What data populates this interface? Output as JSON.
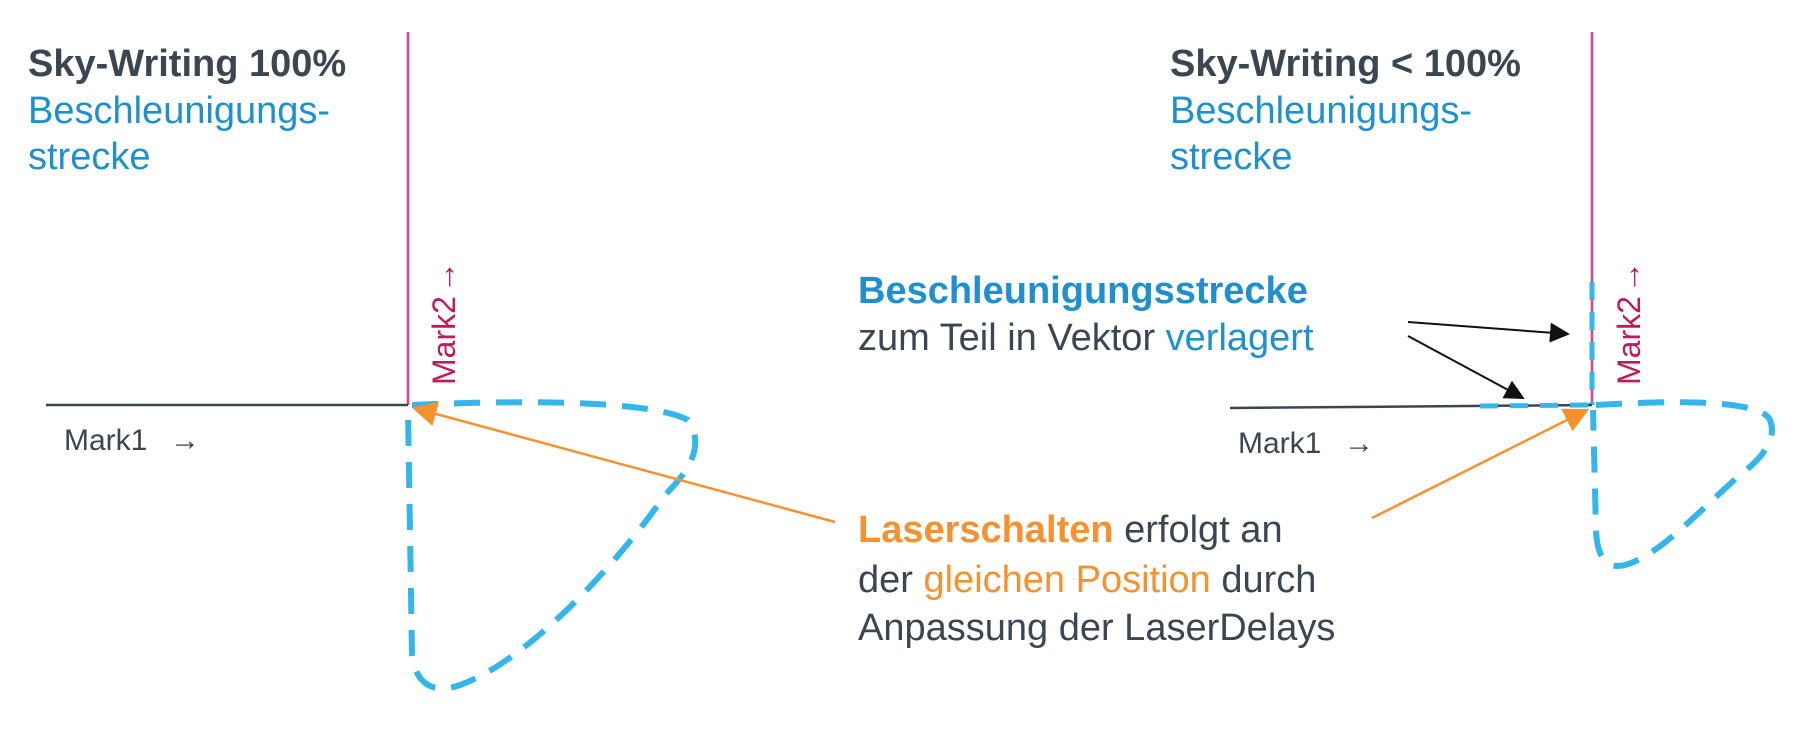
{
  "left": {
    "title": "Sky-Writing 100%",
    "accel_line1": "Beschleunigungs-",
    "accel_line2": "strecke",
    "mark1": "Mark1",
    "mark2": "Mark2"
  },
  "right": {
    "title": "Sky-Writing < 100%",
    "accel_line1": "Beschleunigungs-",
    "accel_line2": "strecke",
    "mark1": "Mark1",
    "mark2": "Mark2"
  },
  "annotation_shift": {
    "bold": "Beschleunigungsstrecke",
    "line2_prefix": "zum Teil in Vektor ",
    "line2_highlight": "verlagert"
  },
  "annotation_laser": {
    "line1_bold": "Laserschalten",
    "line1_rest": " erfolgt an",
    "line2_prefix": "der ",
    "line2_highlight": "gleichen Position",
    "line2_rest": " durch",
    "line3": "Anpassung der LaserDelays"
  },
  "colors": {
    "title_gray": "#3b4650",
    "accent_blue": "#1e8fcf",
    "dash_blue": "#35b6ea",
    "laser_orange": "#f5922f",
    "mark2_magenta": "#c2185b",
    "vertical_pink": "#e8407a"
  },
  "icons": {
    "arrow_right": "→"
  }
}
